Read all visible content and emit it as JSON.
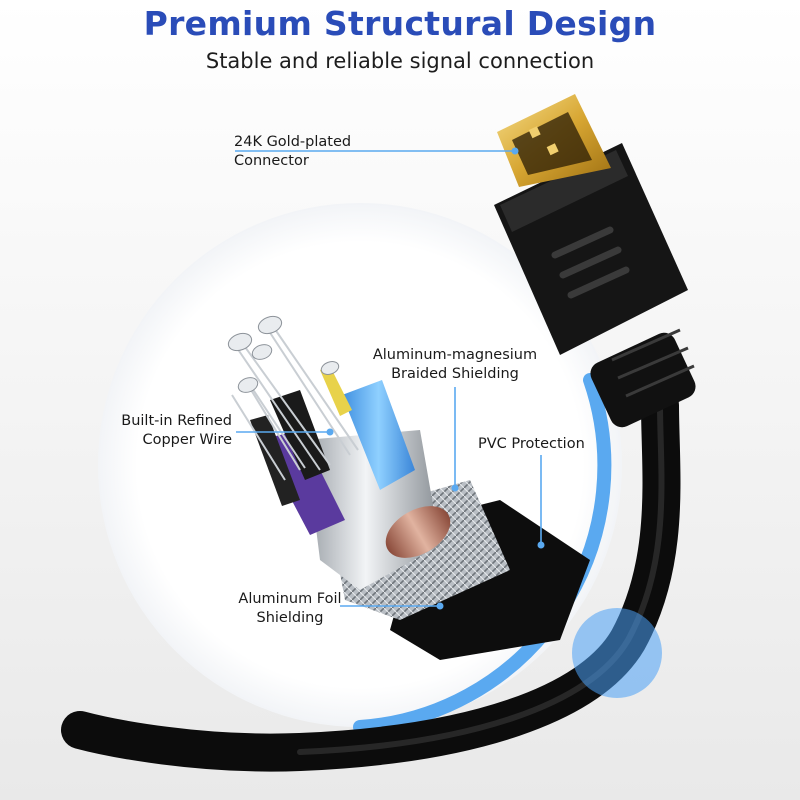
{
  "header": {
    "title": "Premium Structural Design",
    "subtitle": "Stable and reliable signal connection"
  },
  "callouts": {
    "connector": {
      "line1": "24K Gold-plated",
      "line2": "Connector"
    },
    "braided": {
      "line1": "Aluminum-magnesium",
      "line2": "Braided Shielding"
    },
    "copper": {
      "line1": "Built-in Refined",
      "line2": "Copper Wire"
    },
    "pvc": {
      "line1": "PVC Protection"
    },
    "foil": {
      "line1": "Aluminum Foil",
      "line2": "Shielding"
    }
  },
  "colors": {
    "title": "#2a4cb8",
    "accent": "#5aa9f0",
    "cable": "#111111",
    "gold": "#d4a52a"
  }
}
